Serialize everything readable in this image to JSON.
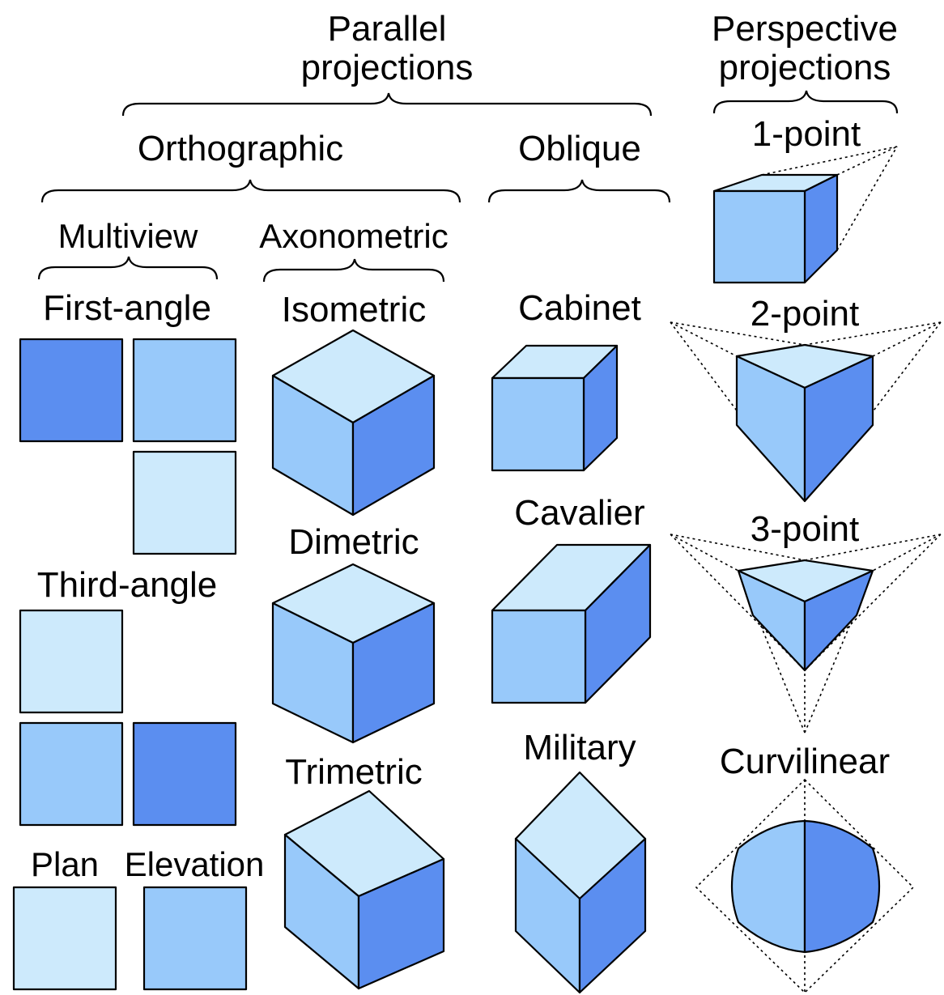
{
  "colors": {
    "light": "#cdeafc",
    "medium": "#98c9fa",
    "dark": "#5b8ef0"
  },
  "labels": {
    "parallel_line1": "Parallel",
    "parallel_line2": "projections",
    "perspective_line1": "Perspective",
    "perspective_line2": "projections",
    "orthographic": "Orthographic",
    "oblique": "Oblique",
    "multiview": "Multiview",
    "axonometric": "Axonometric",
    "first_angle": "First-angle",
    "third_angle": "Third-angle",
    "plan": "Plan",
    "elevation": "Elevation",
    "isometric": "Isometric",
    "dimetric": "Dimetric",
    "trimetric": "Trimetric",
    "cabinet": "Cabinet",
    "cavalier": "Cavalier",
    "military": "Military",
    "one_point": "1-point",
    "two_point": "2-point",
    "three_point": "3-point",
    "curvilinear": "Curvilinear"
  }
}
